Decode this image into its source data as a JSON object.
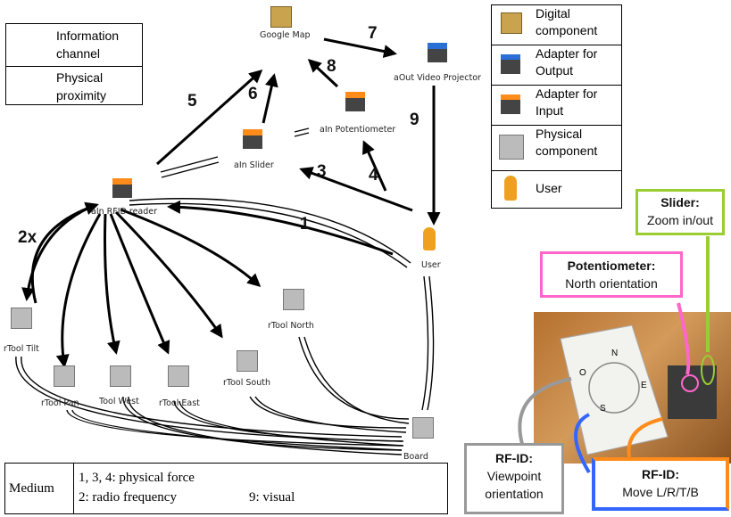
{
  "legend_left": {
    "info_channel": "Information channel",
    "physical_proximity": "Physical proximity"
  },
  "legend_right": [
    {
      "icon": "digital-component-icon",
      "label": "Digital component"
    },
    {
      "icon": "adapter-output-icon",
      "label": "Adapter for Output"
    },
    {
      "icon": "adapter-input-icon",
      "label": "Adapter for Input"
    },
    {
      "icon": "physical-component-icon",
      "label": "Physical component"
    },
    {
      "icon": "user-icon",
      "label": "User"
    }
  ],
  "nodes": {
    "google_map": "Google Map",
    "video_projector": "aOut Video Projector",
    "potentiometer": "aIn Potentiometer",
    "slider": "aIn Slider",
    "rfid": "aIn RFID reader",
    "user": "User",
    "tilt": "rTool Tilt",
    "pan": "rTool Pan",
    "west": "Tool West",
    "east": "rTool East",
    "south": "rTool  South",
    "north": "rTool North",
    "board": "Board"
  },
  "numbers": {
    "n1": "1",
    "n2x": "2x",
    "n3": "3",
    "n4": "4",
    "n5": "5",
    "n6": "6",
    "n7": "7",
    "n8": "8",
    "n9": "9"
  },
  "callouts": {
    "slider_title": "Slider:",
    "slider_desc": "Zoom in/out",
    "pot_title": "Potentiometer:",
    "pot_desc": "North orientation",
    "rfid_view_title": "RF-ID:",
    "rfid_view_desc": "Viewpoint orientation",
    "rfid_move_title": "RF-ID:",
    "rfid_move_desc": "Move L/R/T/B"
  },
  "medium": {
    "label": "Medium",
    "line1": "1, 3, 4: physical force",
    "line2": "2: radio frequency",
    "line3": "9: visual"
  },
  "photo_letters": {
    "n": "N",
    "o": "O",
    "e": "E",
    "s": "S"
  },
  "colors": {
    "slider": "#9acd32",
    "potentiometer": "#ff66cc",
    "rfid_view": "#999999",
    "rfid_move_orange": "#ff8c1a",
    "rfid_move_blue": "#3366ff"
  }
}
